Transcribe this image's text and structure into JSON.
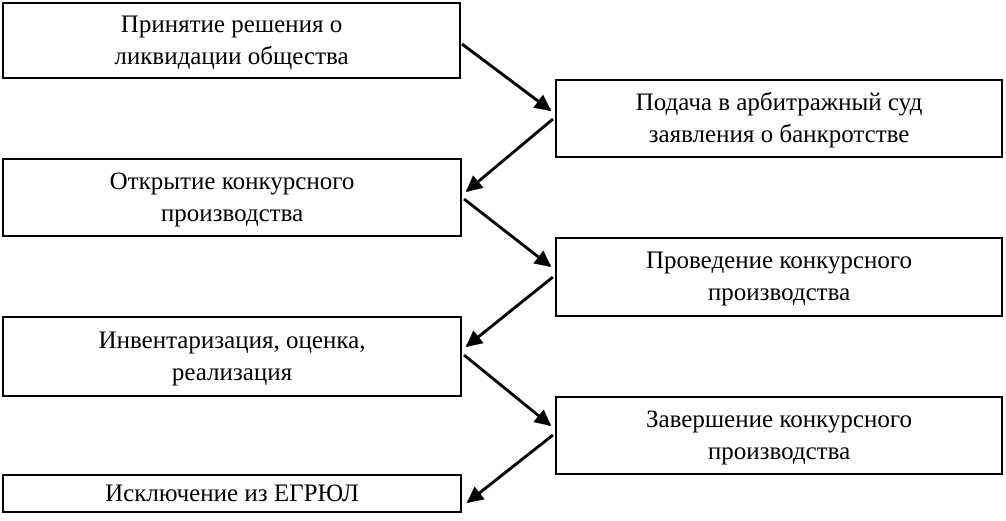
{
  "diagram": {
    "type": "flowchart",
    "layout": "zigzag-left-right",
    "language": "ru",
    "steps": [
      {
        "id": 1,
        "side": "left",
        "label": "Принятие решения о\nликвидации общества"
      },
      {
        "id": 2,
        "side": "right",
        "label": "Подача в арбитражный суд\nзаявления о банкротстве"
      },
      {
        "id": 3,
        "side": "left",
        "label": "Открытие конкурсного\nпроизводства"
      },
      {
        "id": 4,
        "side": "right",
        "label": "Проведение конкурсного\nпроизводства"
      },
      {
        "id": 5,
        "side": "left",
        "label": "Инвентаризация, оценка,\nреализация"
      },
      {
        "id": 6,
        "side": "right",
        "label": "Завершение конкурсного\nпроизводства"
      },
      {
        "id": 7,
        "side": "left",
        "label": "Исключение из ЕГРЮЛ"
      }
    ],
    "connections": [
      {
        "from": 1,
        "to": 2
      },
      {
        "from": 2,
        "to": 3
      },
      {
        "from": 3,
        "to": 4
      },
      {
        "from": 4,
        "to": 5
      },
      {
        "from": 5,
        "to": 6
      },
      {
        "from": 6,
        "to": 7
      }
    ],
    "colors": {
      "box_border": "#000000",
      "box_background": "#ffffff",
      "text": "#000000",
      "arrow": "#000000",
      "page_background": "#ffffff"
    }
  }
}
